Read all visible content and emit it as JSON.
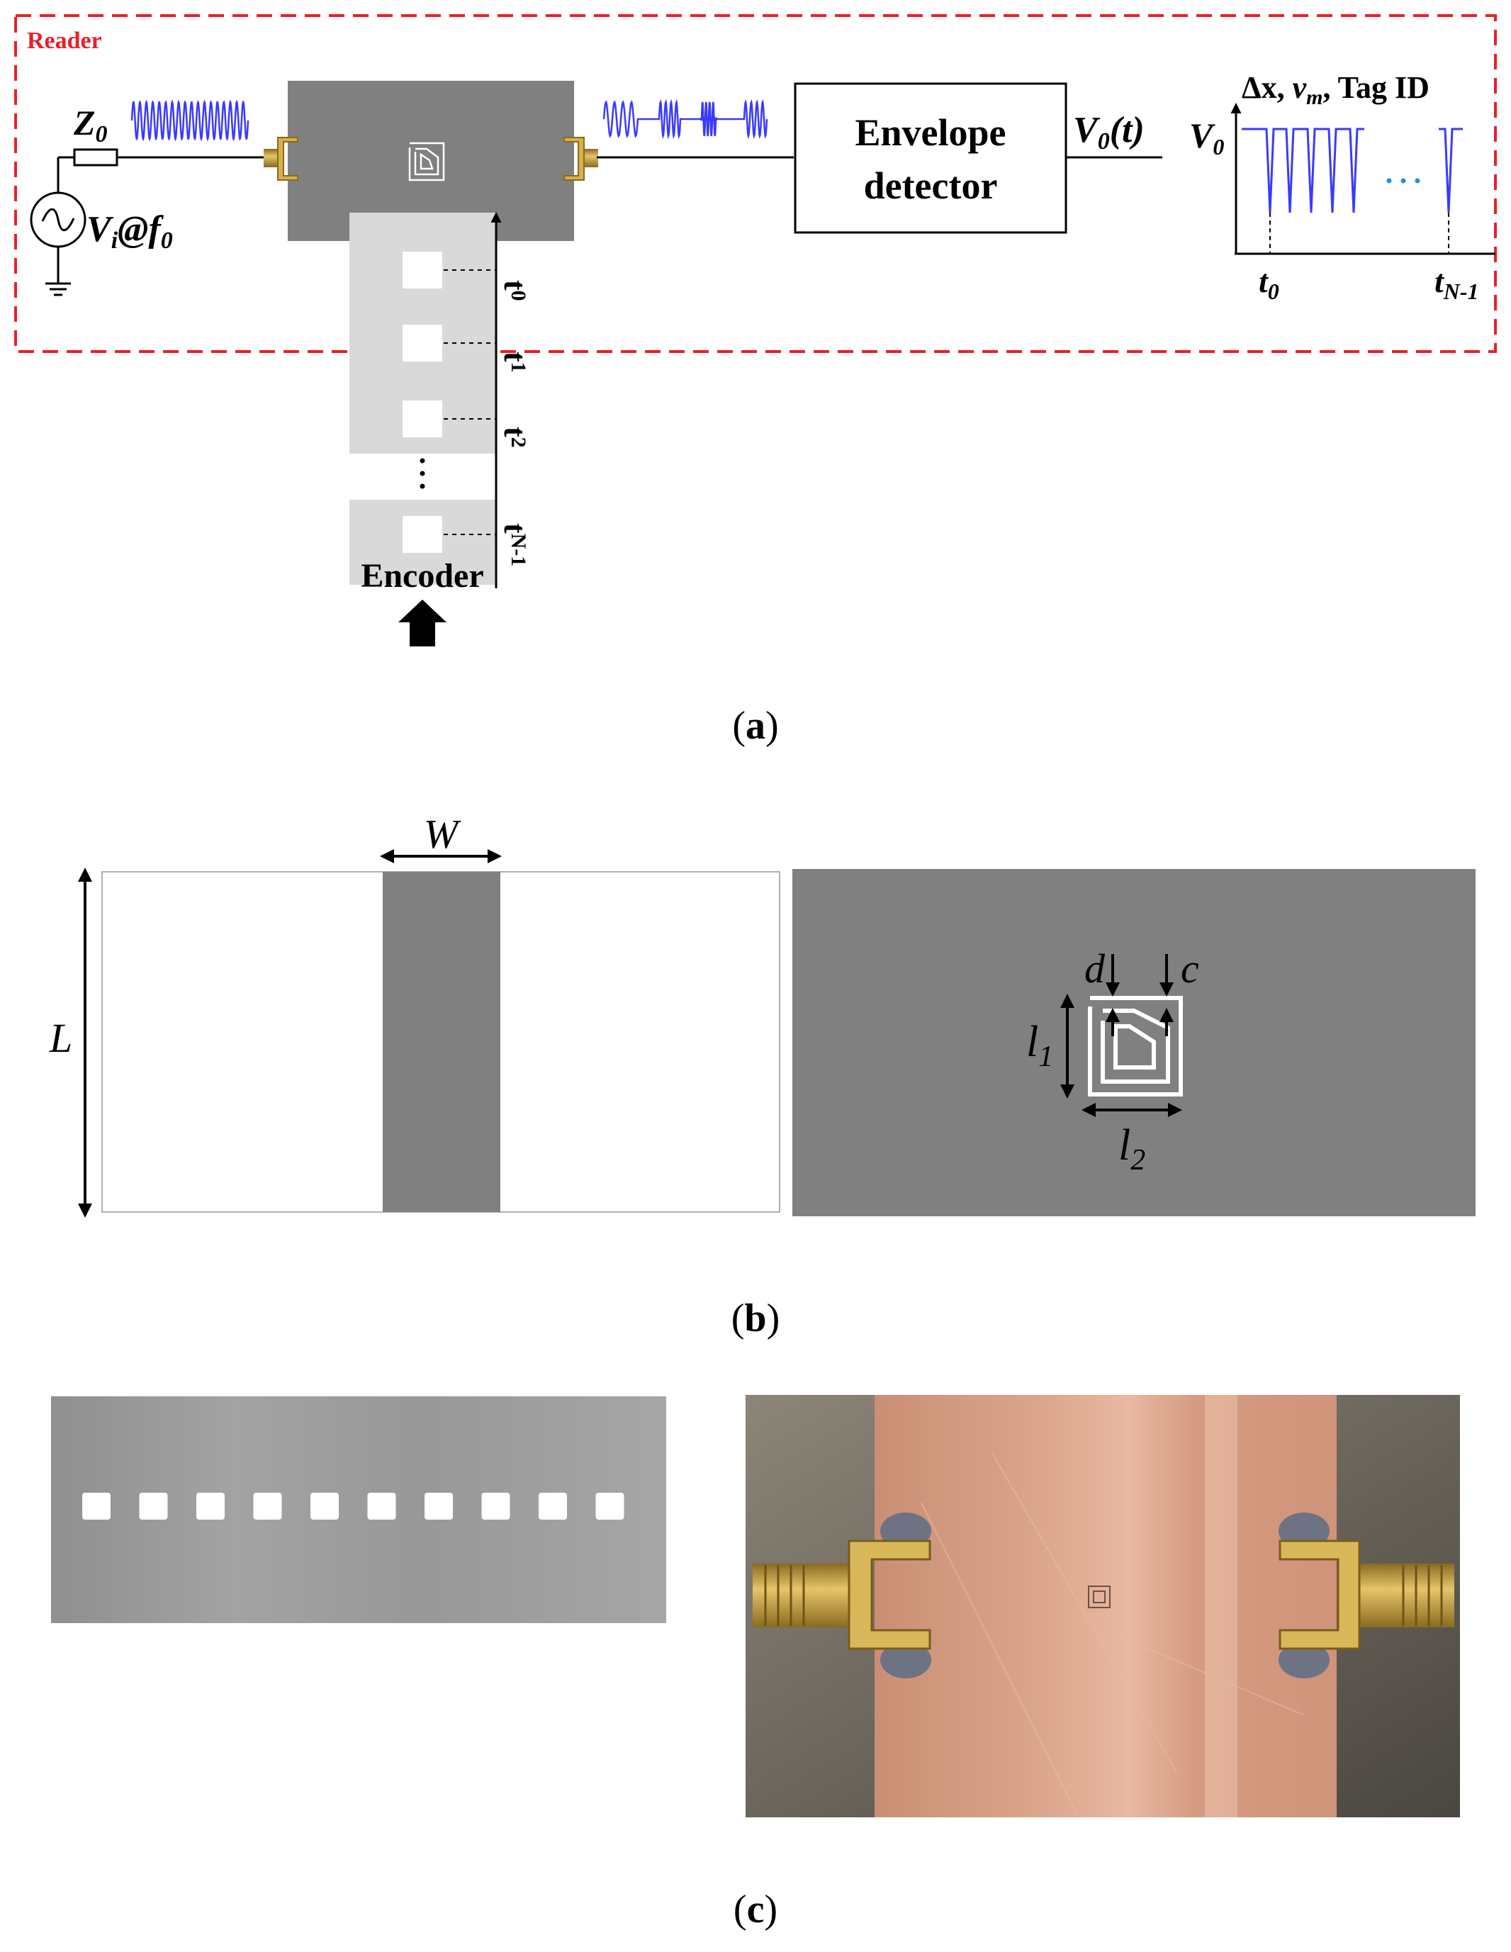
{
  "panel_a": {
    "reader_label": "Reader",
    "source_impedance": "Z",
    "source_impedance_sub": "0",
    "source_label_v": "V",
    "source_label_v_sub": "i",
    "source_label_at": "@",
    "source_label_f": "f",
    "source_label_f_sub": "0",
    "envelope_line1": "Envelope",
    "envelope_line2": "detector",
    "output_v": "V",
    "output_sub": "0",
    "output_t": "(t)",
    "plot_title_dx": "Δx, ",
    "plot_title_v": "v",
    "plot_title_vsub": "m",
    "plot_title_tag": ", Tag ID",
    "plot_ylabel": "V",
    "plot_ylabel_sub": "0",
    "plot_t0": "t",
    "plot_t0_sub": "0",
    "plot_tn": "t",
    "plot_tn_sub": "N-1",
    "encoder_label": "Encoder",
    "time_markers": [
      {
        "t": "t",
        "sub": "0"
      },
      {
        "t": "t",
        "sub": "1"
      },
      {
        "t": "t",
        "sub": "2"
      },
      {
        "t": "t",
        "sub": "N-1"
      }
    ],
    "caption_open": "(",
    "caption_letter": "a",
    "caption_close": ")"
  },
  "panel_b": {
    "label_W": "W",
    "label_L": "L",
    "label_d": "d",
    "label_c": "c",
    "label_l1": "l",
    "label_l1_sub": "1",
    "label_l2": "l",
    "label_l2_sub": "2",
    "caption_letter": "b"
  },
  "panel_c": {
    "caption_letter": "c",
    "encoder_window_count": 10
  },
  "colors": {
    "reader_border": "#e8202a",
    "carrier_wave": "#3a3aff",
    "microstrip_gray": "#808080",
    "encoder_gray": "#d9d9d9",
    "connector_gold": "#c9a038",
    "copper": "#d89a7e"
  }
}
